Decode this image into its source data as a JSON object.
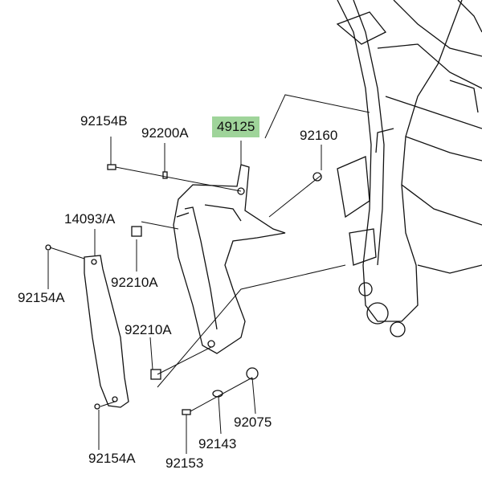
{
  "diagram": {
    "highlight_color": "#9fd49a",
    "parts": [
      {
        "id": "p1",
        "number": "92154B"
      },
      {
        "id": "p2",
        "number": "92200A"
      },
      {
        "id": "p3",
        "number": "49125",
        "highlighted": true
      },
      {
        "id": "p4",
        "number": "92160"
      },
      {
        "id": "p5",
        "number": "14093/A"
      },
      {
        "id": "p6",
        "number": "92154A"
      },
      {
        "id": "p7",
        "number": "92210A"
      },
      {
        "id": "p8",
        "number": "92210A"
      },
      {
        "id": "p9",
        "number": "92154A"
      },
      {
        "id": "p10",
        "number": "92075"
      },
      {
        "id": "p11",
        "number": "92143"
      },
      {
        "id": "p12",
        "number": "92153"
      }
    ]
  }
}
